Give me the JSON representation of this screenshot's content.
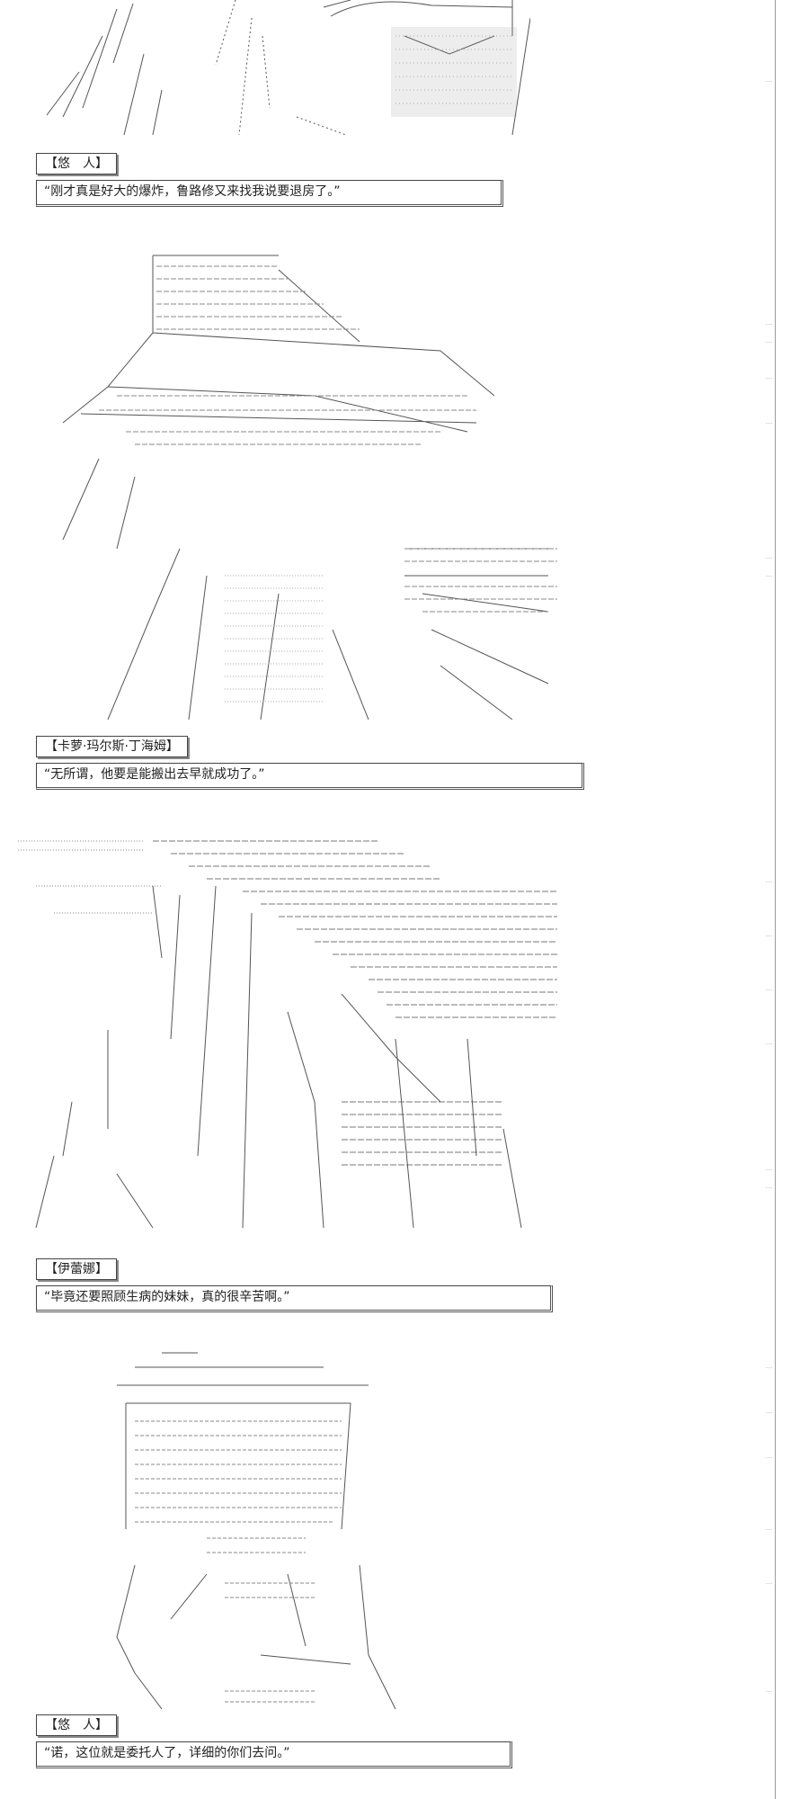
{
  "panels": [
    {
      "speaker": "【悠　人】",
      "line": "“刚才真是好大的爆炸，鲁路修又来找我说要退房了。”"
    },
    {
      "speaker": "【卡萝·玛尔斯·丁海姆】",
      "line": "“无所谓，他要是能搬出去早就成功了。”"
    },
    {
      "speaker": "【伊蕾娜】",
      "line": "“毕竟还要照顾生病的妹妹，真的很辛苦啊。”"
    },
    {
      "speaker": "【悠　人】",
      "line": "“诺，这位就是委托人了，详细的你们去问。”"
    }
  ],
  "art": [
    {
      "depicts": "ascii-art figures: robed character and hooded character, cropped at top"
    },
    {
      "depicts": "ascii-art witch in a large pointed hat with a cape"
    },
    {
      "depicts": "ascii-art witch with a wide brim hat and long hair"
    },
    {
      "depicts": "ascii-art cat-eared girl with a ribbon"
    }
  ]
}
